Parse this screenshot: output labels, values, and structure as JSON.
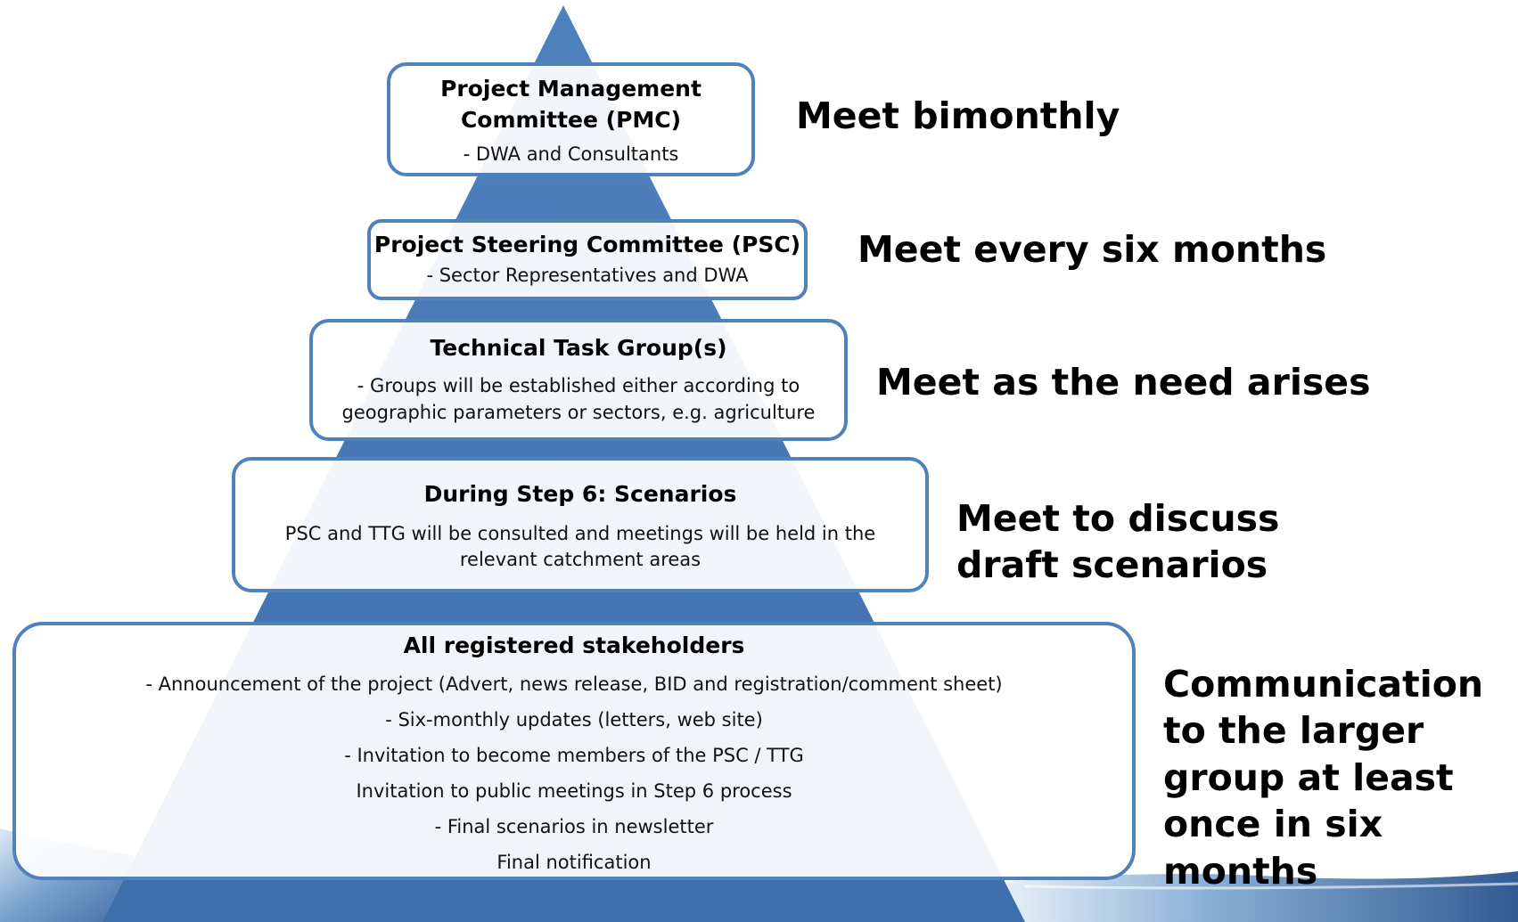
{
  "diagram": {
    "levels": [
      {
        "title": "Project Management Committee (PMC)",
        "lines": [
          "-  DWA  and Consultants"
        ],
        "note": "Meet bimonthly"
      },
      {
        "title": "Project Steering Committee (PSC)",
        "lines": [
          "- Sector Representatives and DWA"
        ],
        "note": "Meet every six months"
      },
      {
        "title": "Technical Task Group(s)",
        "lines": [
          "- Groups will be established either according to geographic parameters or sectors, e.g. agriculture"
        ],
        "note": "Meet as the need arises"
      },
      {
        "title": "During Step 6: Scenarios",
        "lines": [
          "PSC and TTG will be consulted and meetings will be held in the relevant catchment areas"
        ],
        "note": "Meet to discuss draft scenarios"
      },
      {
        "title": "All registered stakeholders",
        "lines": [
          "-  Announcement of the project (Advert, news release, BID and registration/comment sheet)",
          "- Six-monthly updates (letters, web site)",
          "-  Invitation to become members of the PSC / TTG",
          "Invitation to public meetings in Step 6 process",
          "- Final  scenarios in newsletter",
          "Final notification"
        ],
        "note": "Communication to the larger group at least once in six months"
      }
    ],
    "colors": {
      "pyramid": "#4f81bd",
      "box_border": "#4f81bd",
      "text": "#000000"
    }
  }
}
